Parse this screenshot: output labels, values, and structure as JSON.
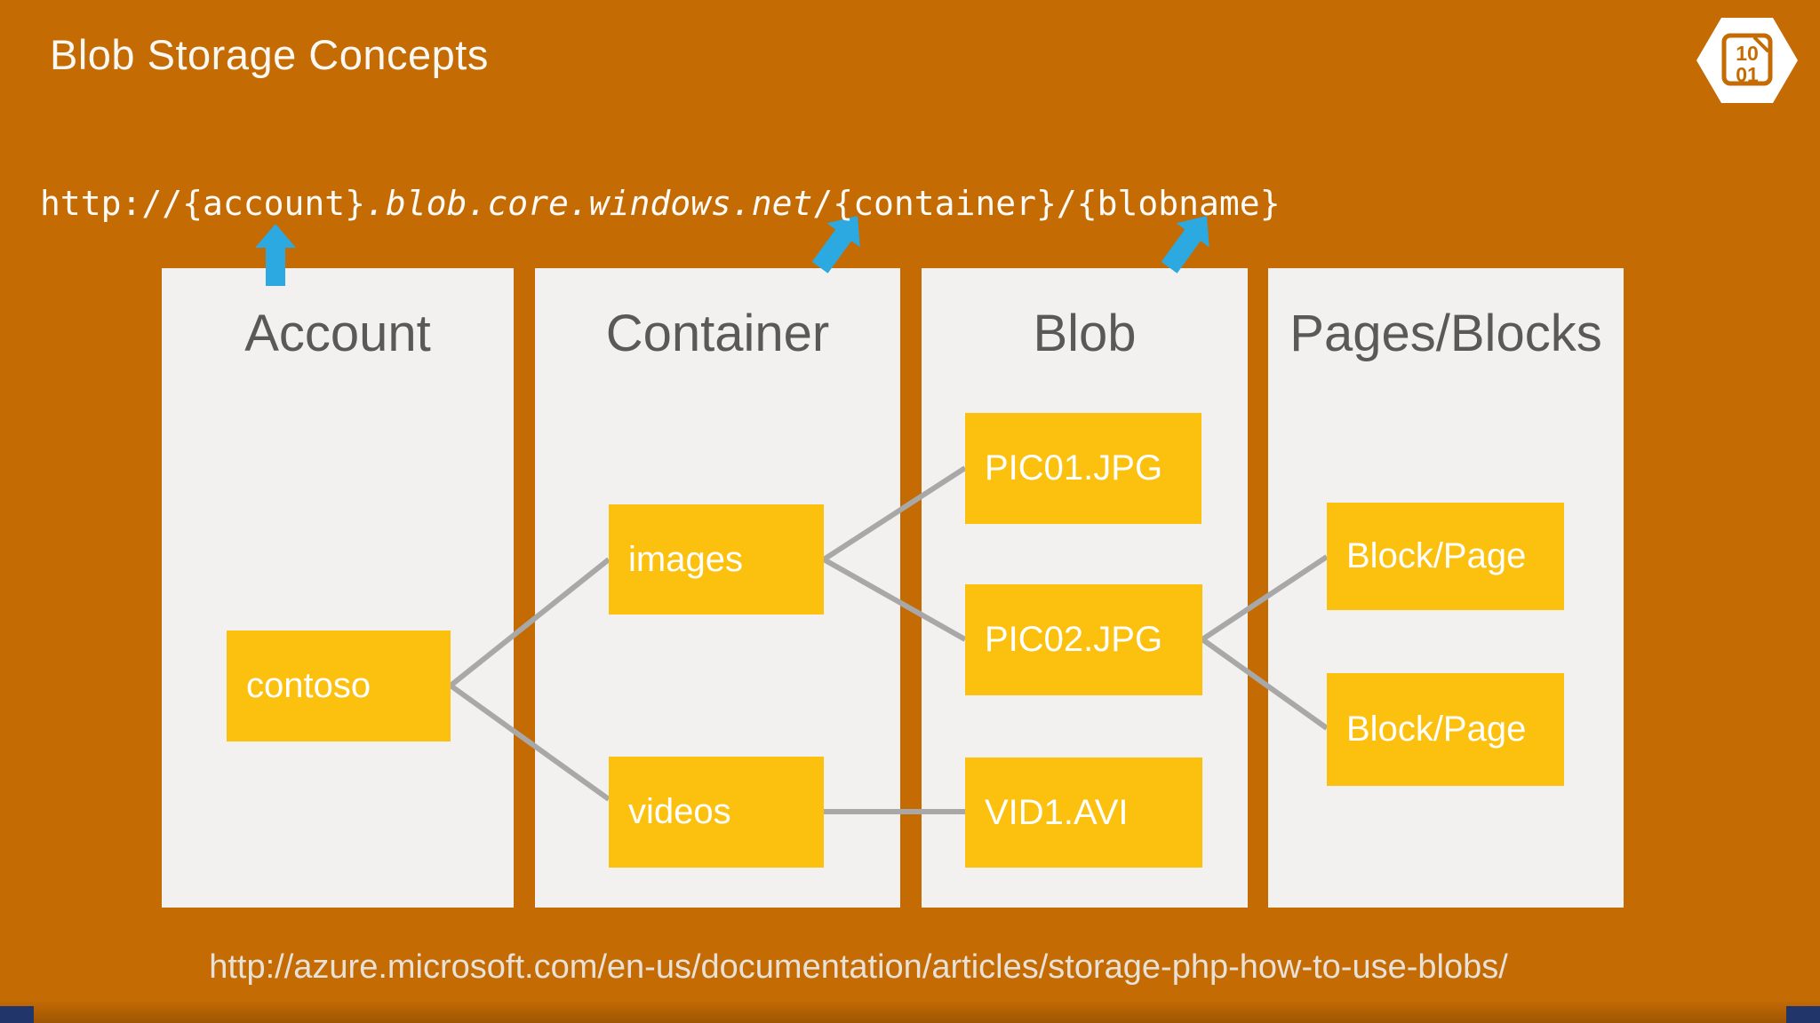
{
  "slide": {
    "title": "Blob Storage Concepts",
    "footer_url": "http://azure.microsoft.com/en-us/documentation/articles/storage-php-how-to-use-blobs/"
  },
  "url_bar": {
    "prefix": "http://{account}",
    "italic": ".blob.core.windows.net",
    "suffix": "/{container}/{blobname}"
  },
  "icon": {
    "name": "binary-document-hexagon-icon",
    "line1": "10",
    "line2": "01"
  },
  "columns": [
    {
      "label": "Account"
    },
    {
      "label": "Container"
    },
    {
      "label": "Blob"
    },
    {
      "label": "Pages/Blocks"
    }
  ],
  "nodes": [
    {
      "id": "contoso",
      "column": "Account",
      "label": "contoso"
    },
    {
      "id": "images",
      "column": "Container",
      "label": "images"
    },
    {
      "id": "videos",
      "column": "Container",
      "label": "videos"
    },
    {
      "id": "pic01",
      "column": "Blob",
      "label": "PIC01.JPG"
    },
    {
      "id": "pic02",
      "column": "Blob",
      "label": "PIC02.JPG"
    },
    {
      "id": "vid1",
      "column": "Blob",
      "label": "VID1.AVI"
    },
    {
      "id": "blockpage1",
      "column": "Pages/Blocks",
      "label": "Block/Page"
    },
    {
      "id": "blockpage2",
      "column": "Pages/Blocks",
      "label": "Block/Page"
    }
  ],
  "edges": [
    [
      "contoso",
      "images"
    ],
    [
      "contoso",
      "videos"
    ],
    [
      "images",
      "pic01"
    ],
    [
      "images",
      "pic02"
    ],
    [
      "videos",
      "vid1"
    ],
    [
      "pic02",
      "blockpage1"
    ],
    [
      "pic02",
      "blockpage2"
    ]
  ],
  "colors": {
    "bg": "#C46B04",
    "panel": "#F2F1F0",
    "box": "#FCC00E",
    "arrow": "#2BA9E0",
    "connector": "#A8A8A8",
    "header-text": "#595959",
    "title-text": "#FBF8F3",
    "footer-text": "#E8E1D8",
    "navy": "#22356B"
  }
}
